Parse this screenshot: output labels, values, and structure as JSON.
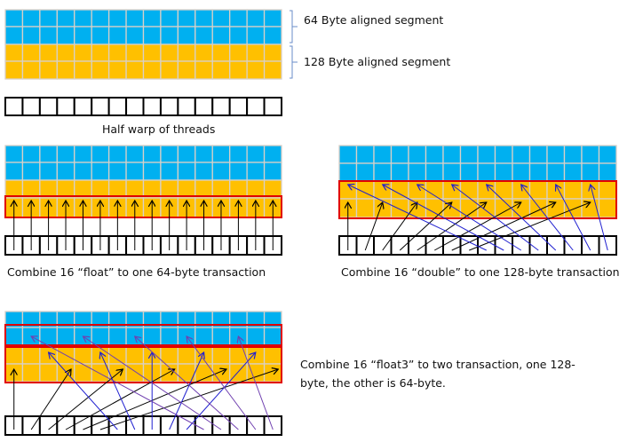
{
  "legend": {
    "seg64": "64 Byte aligned segment",
    "seg128": "128 Byte aligned segment"
  },
  "half_warp_label": "Half warp of threads",
  "panels": {
    "float": "Combine 16 “float” to one 64-byte transaction",
    "double": "Combine 16 “double”  to one 128-byte transaction",
    "float3_line1": "Combine 16 “float3” to two transaction, one 128-",
    "float3_line2": "byte, the other is 64-byte."
  },
  "colors": {
    "blue": "#00B0F0",
    "orange": "#FFC000",
    "highlight": "#E00000",
    "arrow_black": "#000000",
    "arrow_blue": "#2020D0",
    "arrow_purple": "#7040B0",
    "grid": "#D8D0C8"
  }
}
